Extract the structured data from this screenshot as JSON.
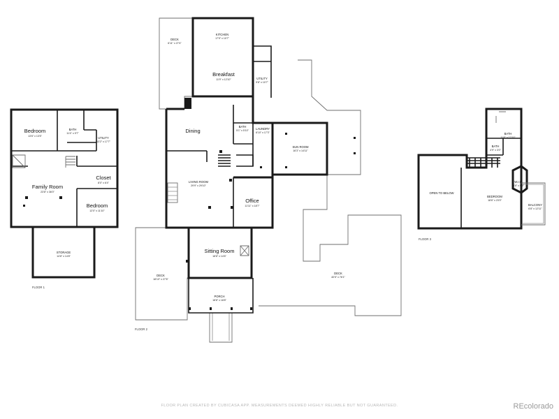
{
  "floors": [
    {
      "label": "FLOOR 1",
      "rooms": [
        {
          "name": "Bedroom",
          "dims": "13'6\" x 13'5\""
        },
        {
          "name": "BATH",
          "dims": "11'4\" x 9'7\""
        },
        {
          "name": "UTILITY",
          "dims": "13'2\" x 17'7\""
        },
        {
          "name": "Closet",
          "dims": "8'0\" x 6'4\""
        },
        {
          "name": "Family Room",
          "dims": "23'8\" x 36'0\""
        },
        {
          "name": "Bedroom",
          "dims": "12'0\" x 11'10\""
        },
        {
          "name": "STORAGE",
          "dims": "14'8\" x 14'8\""
        }
      ]
    },
    {
      "label": "FLOOR 2",
      "rooms": [
        {
          "name": "DECK",
          "dims": "6'11\" x 27'4\""
        },
        {
          "name": "KITCHEN",
          "dims": "17'9\" x 10'7\""
        },
        {
          "name": "Breakfast",
          "dims": "11'9\" x 12'10\""
        },
        {
          "name": "UTILITY",
          "dims": "9'8\" x 10'7\""
        },
        {
          "name": "Dining",
          "dims": ""
        },
        {
          "name": "BATH",
          "dims": "5'1\" x 5'10\""
        },
        {
          "name": "LAUNDRY",
          "dims": "6'10\" x 17'3\""
        },
        {
          "name": "SUN ROOM",
          "dims": "16'3\" x 14'11\""
        },
        {
          "name": "LIVING ROOM",
          "dims": "29'9\" x 29'10\""
        },
        {
          "name": "Office",
          "dims": "11'11\" x 18'7\""
        },
        {
          "name": "Sitting Room",
          "dims": "18'8\" x 14'6\""
        },
        {
          "name": "DECK",
          "dims": "18'10\" x 27'6\""
        },
        {
          "name": "PORCH",
          "dims": "18'8\" x 18'8\""
        },
        {
          "name": "DECK",
          "dims": "40'5\" x 76'1\""
        }
      ]
    },
    {
      "label": "FLOOR 3",
      "rooms": [
        {
          "name": "BATH",
          "dims": "11'6\" x 12'10\""
        },
        {
          "name": "BATH",
          "dims": "4'9\" x 3'0\""
        },
        {
          "name": "W.I.C.",
          "dims": "3'8\" x 9'5\""
        },
        {
          "name": "OPEN TO BELOW",
          "dims": ""
        },
        {
          "name": "BEDROOM",
          "dims": "18'6\" x 23'0\""
        },
        {
          "name": "BALCONY",
          "dims": "6'8\" x 12'11\""
        }
      ]
    }
  ],
  "footer": {
    "disclaimer": "FLOOR PLAN CREATED BY CUBICASA APP. MEASUREMENTS DEEMED HIGHLY RELIABLE BUT NOT GUARANTEED.",
    "brand": "REcolorado"
  }
}
